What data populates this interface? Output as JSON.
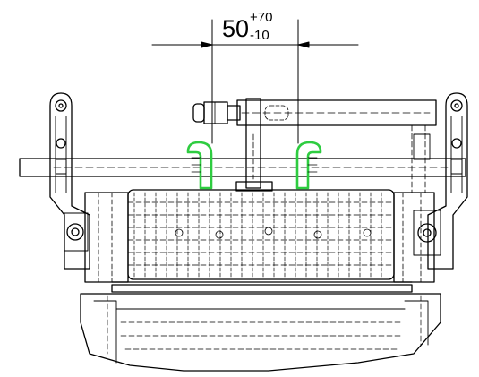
{
  "dimension": {
    "nominal": "50",
    "upper_tolerance": "+70",
    "lower_tolerance": "-10"
  },
  "colors": {
    "line": "#000000",
    "highlight": "#2ecc40",
    "background": "#ffffff"
  }
}
